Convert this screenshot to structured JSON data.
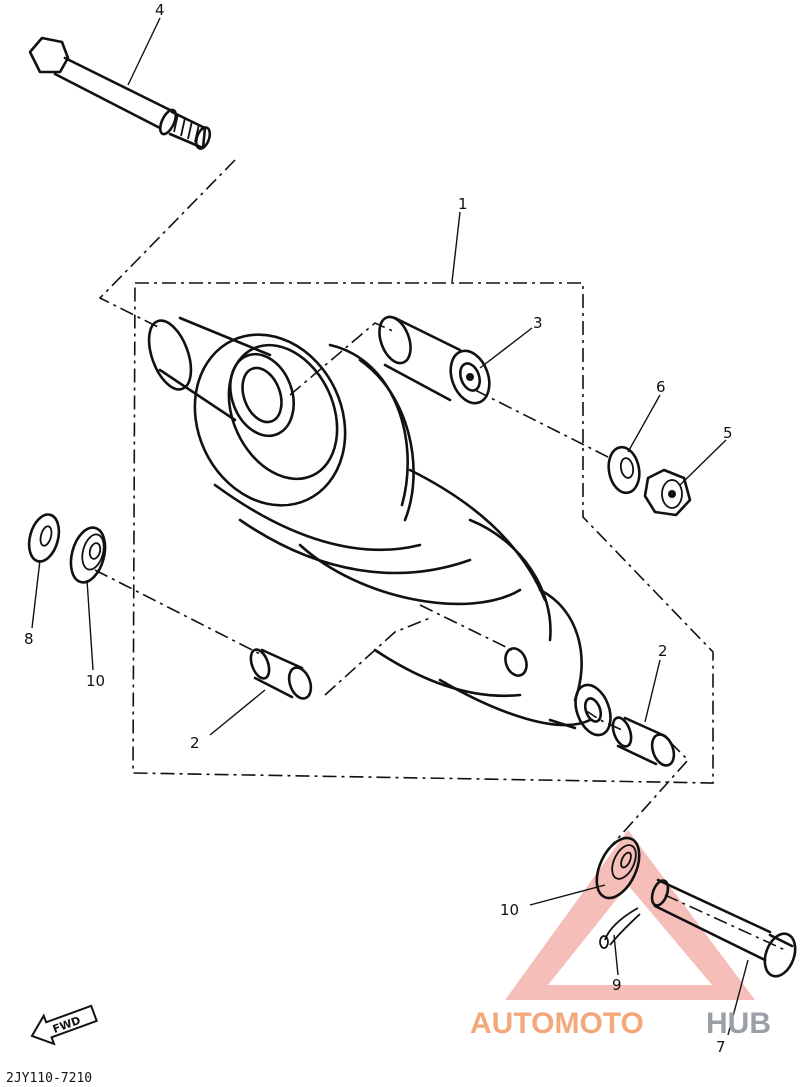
{
  "callouts": {
    "c1": "1",
    "c2_left": "2",
    "c2_right": "2",
    "c3": "3",
    "c4": "4",
    "c5": "5",
    "c6": "6",
    "c7": "7",
    "c8": "8",
    "c9": "9",
    "c10_left": "10",
    "c10_right": "10"
  },
  "direction_arrow": {
    "label": "FWD",
    "icon": "fwd-arrow-icon"
  },
  "diagram_code": "2JY110-7210",
  "watermark": {
    "part1": "AUTOMOTO",
    "part2": "HUB",
    "icon": "warning-triangle-icon",
    "colors": {
      "part1": "#f2a87a",
      "part2": "#9aa0a6",
      "triangle": "#f08a80"
    }
  }
}
